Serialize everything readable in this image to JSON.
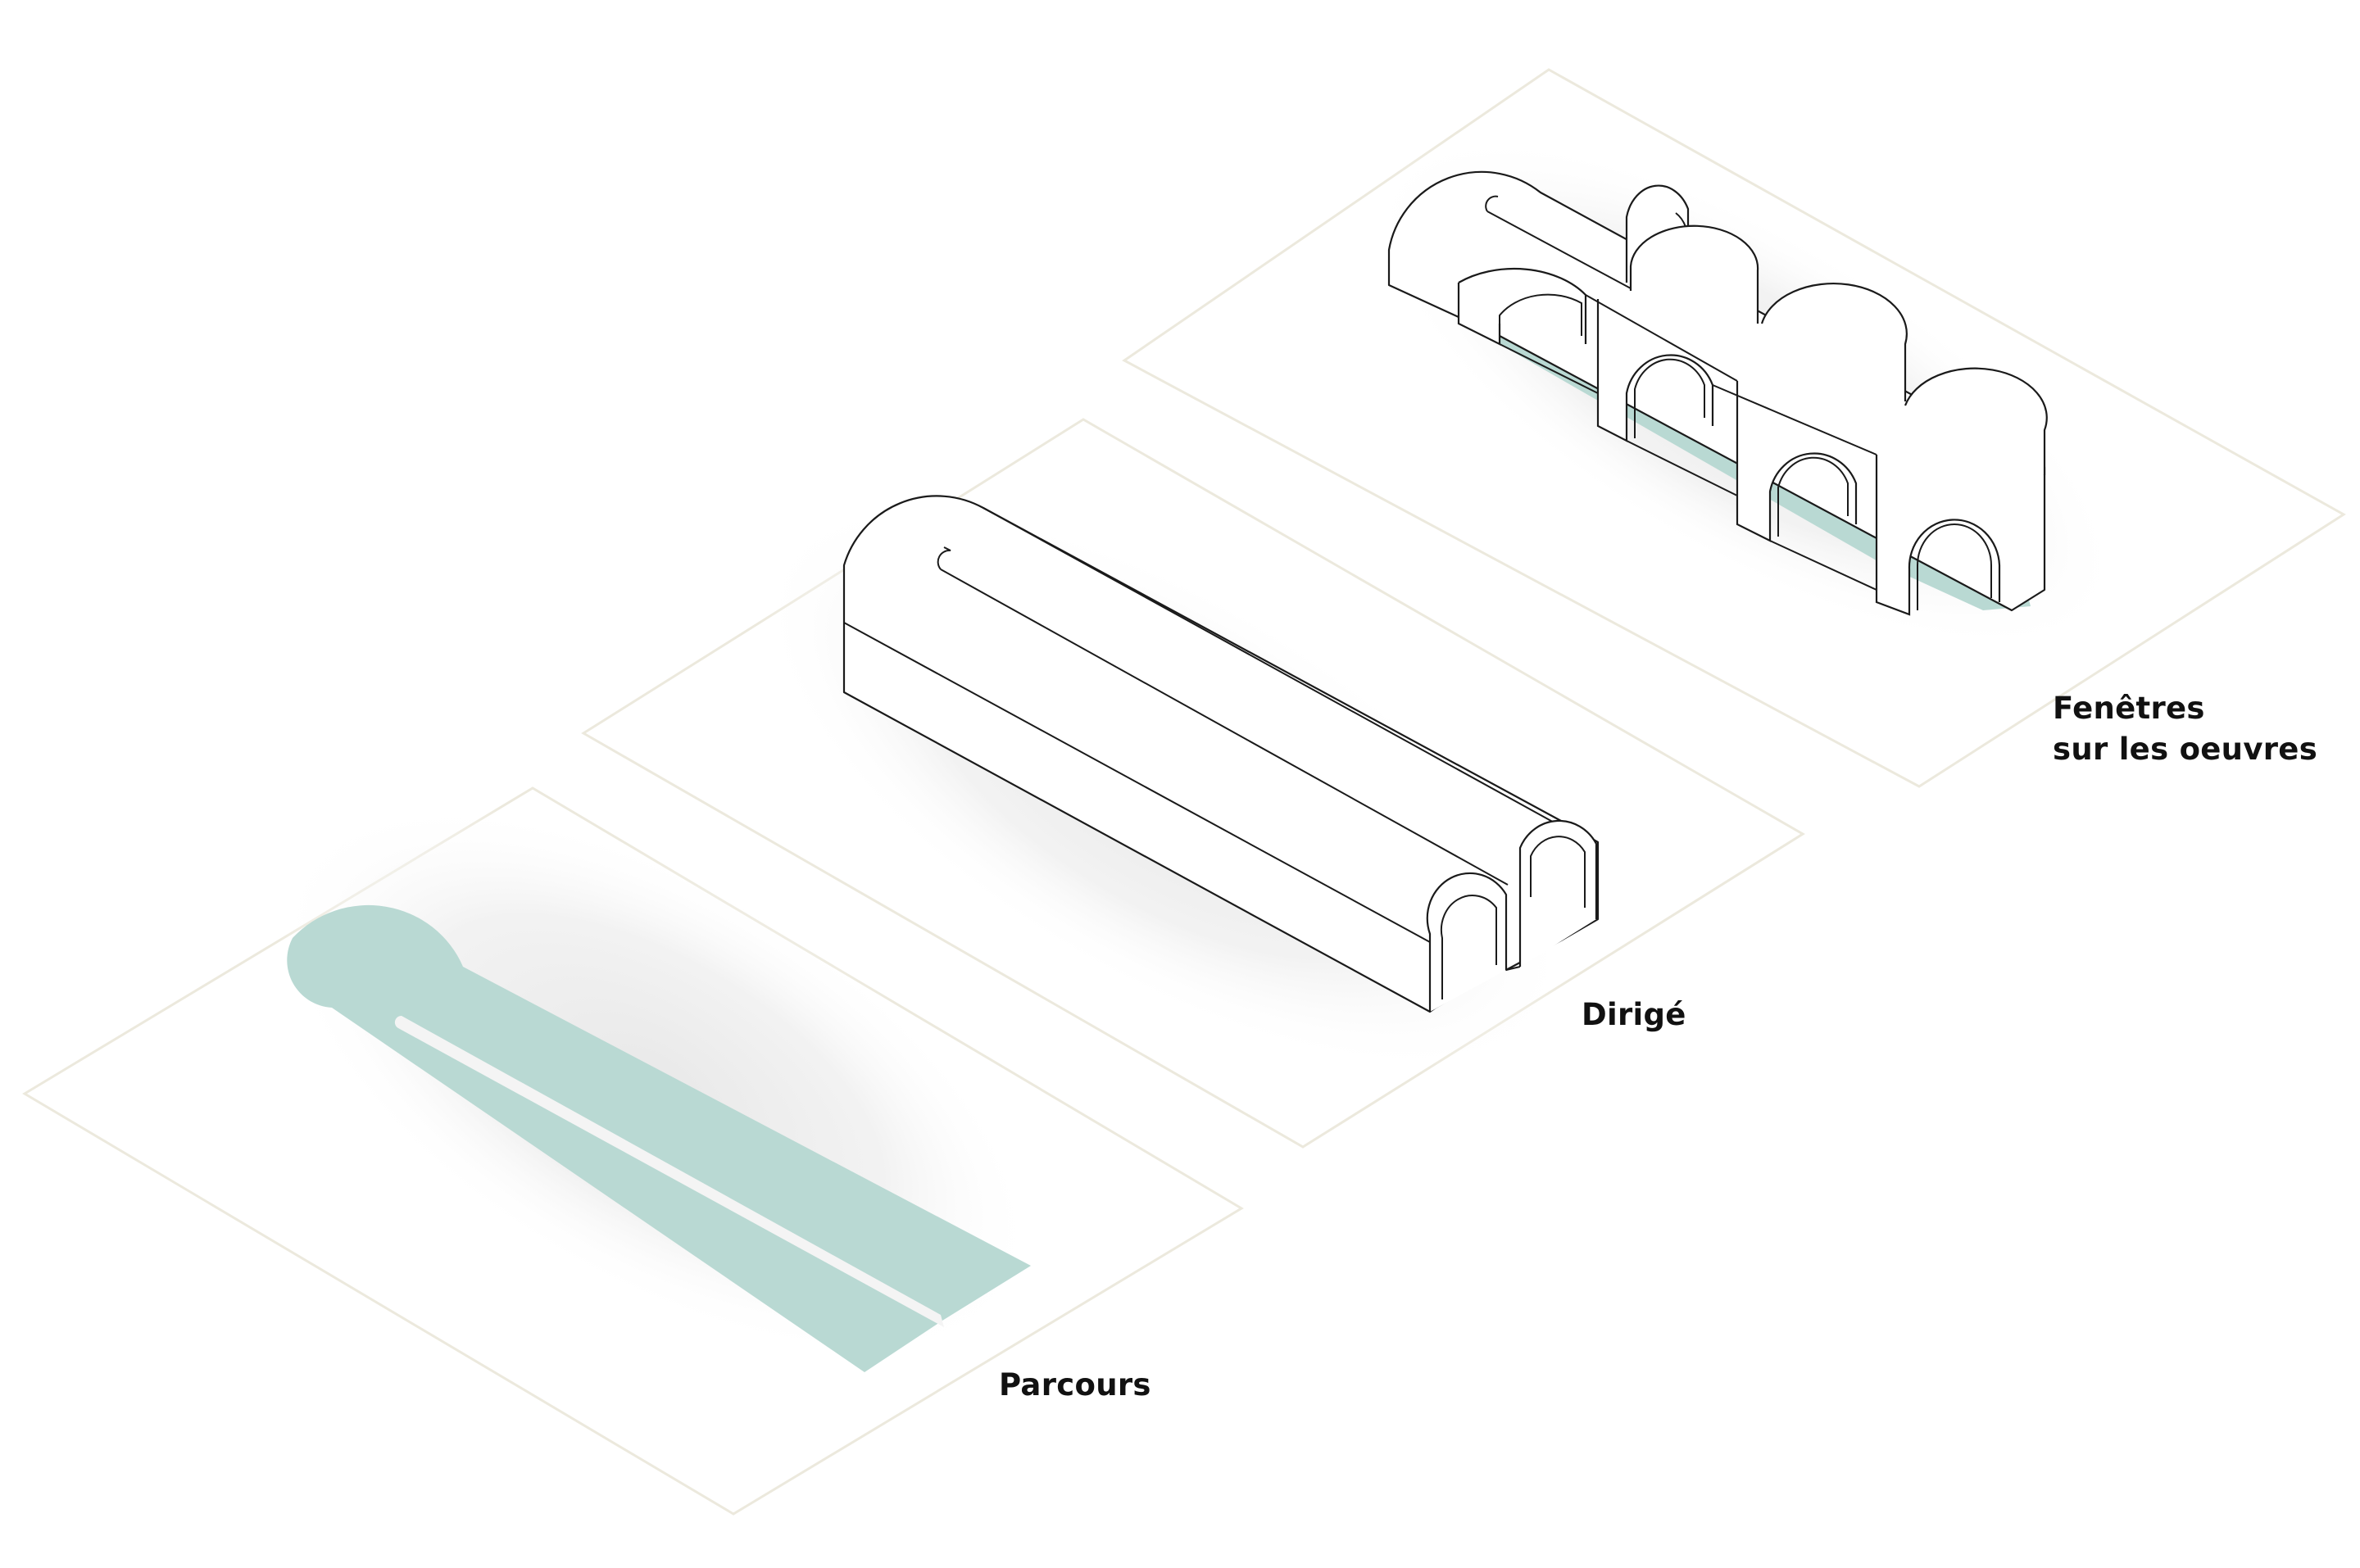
{
  "labels": {
    "parcours": "Parcours",
    "dirige": "Dirigé",
    "fenetres_line1": "Fenêtres",
    "fenetres_line2": "sur les oeuvres"
  },
  "colors": {
    "background": "#ffffff",
    "path_teal": "#b9d9d3",
    "outline": "#1a1a1a",
    "plate_border": "#ece9dd",
    "shadow": "#e9e9e9",
    "label_text": "#111111"
  }
}
